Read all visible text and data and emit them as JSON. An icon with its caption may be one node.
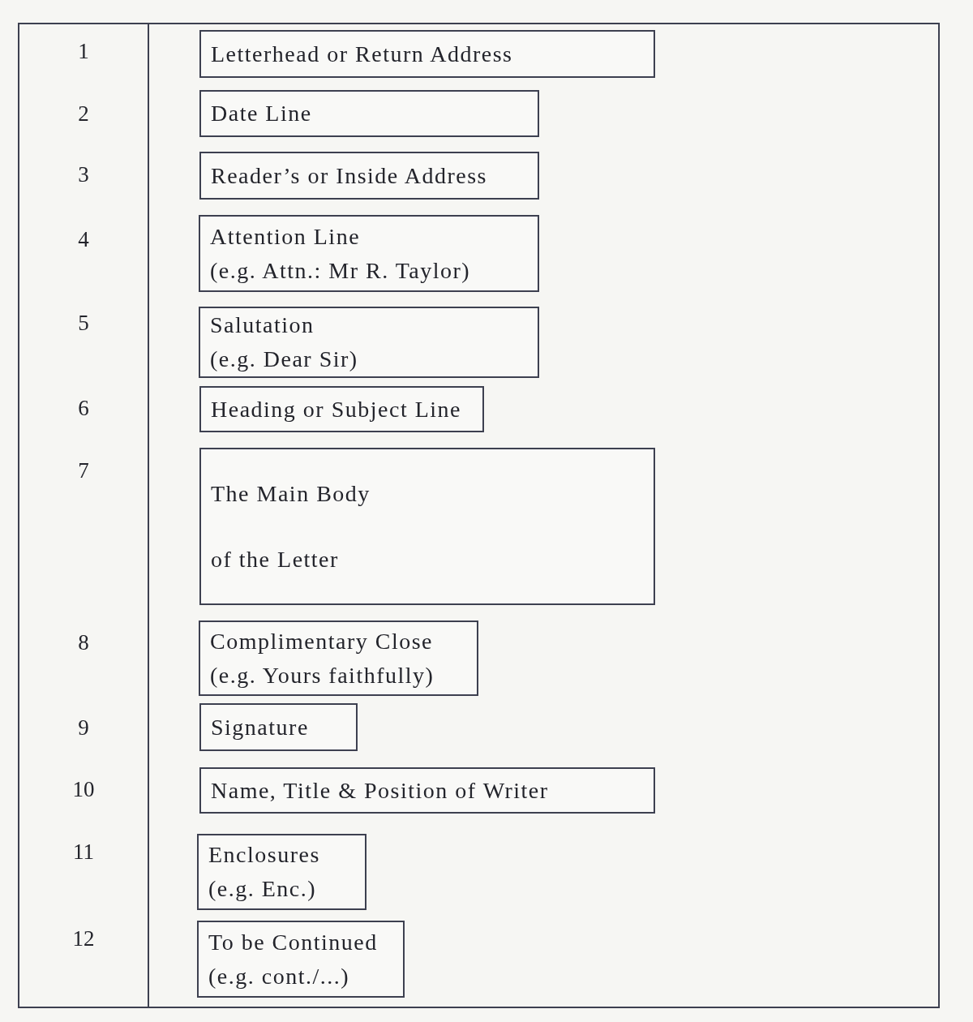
{
  "diagram": {
    "nodes": [
      {
        "text": [
          "Letterhead or Return Address"
        ]
      },
      {
        "text": [
          "Date Line"
        ]
      },
      {
        "text": [
          "Reader’s or Inside Address"
        ]
      },
      {
        "text": [
          "Attention Line",
          "(e.g. Attn.: Mr R. Taylor)"
        ]
      },
      {
        "text": [
          "Salutation",
          "(e.g. Dear Sir)"
        ]
      },
      {
        "text": [
          "Heading or Subject Line"
        ]
      },
      {
        "text": [
          "The Main Body of the Letter"
        ]
      },
      {
        "text": [
          "Complimentary Close",
          "(e.g. Yours faithfully)"
        ]
      },
      {
        "text": [
          "Signature"
        ]
      },
      {
        "text": [
          "Name, Title & Position of Writer"
        ]
      },
      {
        "text": [
          "Enclosures",
          "(e.g. Enc.)"
        ]
      },
      {
        "text": [
          "To be Continued",
          "(e.g. cont./...)"
        ]
      }
    ],
    "labels": [
      "1",
      "2",
      "3",
      "4",
      "5",
      "6",
      "7",
      "8",
      "9",
      "10",
      "11",
      "12"
    ]
  }
}
